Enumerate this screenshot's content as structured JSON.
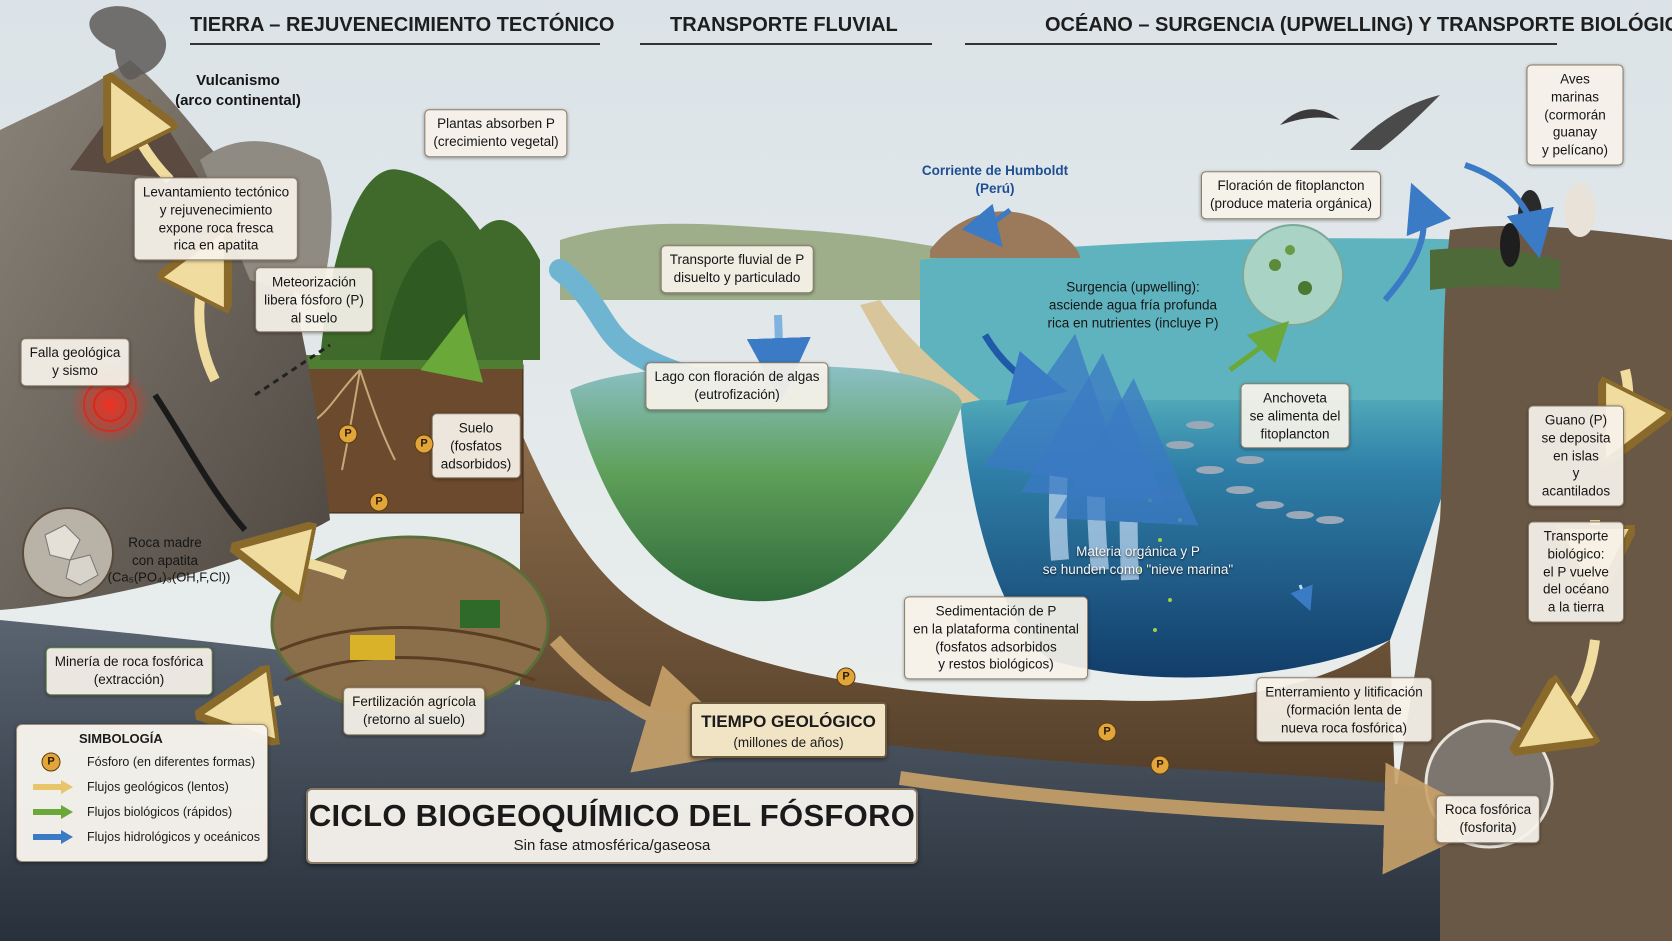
{
  "headers": {
    "land": "TIERRA – REJUVENECIMIENTO TECTÓNICO",
    "river": "TRANSPORTE FLUVIAL",
    "ocean": "OCÉANO – SURGENCIA (UPWELLING) Y TRANSPORTE BIOLÓGICO (PERÚ)"
  },
  "labels": {
    "volcanism": "Vulcanismo\n(arco continental)",
    "uplift": "Levantamiento tectónico\ny rejuvenecimiento\nexpone roca fresca\nrica en apatita",
    "weathering": "Meteorización\nlibera fósforo (P)\nal suelo",
    "fault": "Falla geológica\ny sismo",
    "parent_rock": "Roca madre\ncon apatita",
    "formula_text": "(Ca₅(PO₄)₃(OH,F,Cl))",
    "mining": "Minería de roca fosfórica\n(extracción)",
    "fertilization": "Fertilización agrícola\n(retorno al suelo)",
    "plants": "Plantas absorben P\n(crecimiento vegetal)",
    "soil": "Suelo\n(fosfatos\nadsorbidos)",
    "river_transport": "Transporte fluvial de P\ndisuelto y particulado",
    "lake": "Lago con floración de algas\n(eutrofización)",
    "humboldt": "Corriente de Humboldt\n(Perú)",
    "phytoplankton": "Floración de fitoplancton\n(produce materia orgánica)",
    "upwelling": "Surgencia (upwelling):\nasciende agua fría profunda\nrica en nutrientes (incluye P)",
    "seabirds": "Aves marinas\n(cormorán guanay\ny pelícano)",
    "anchoveta": "Anchoveta\nse alimenta del\nfitoplancton",
    "marine_snow": "Materia orgánica y P\nse hunden como \"nieve marina\"",
    "guano": "Guano (P)\nse deposita en islas\ny acantilados",
    "bio_transport": "Transporte biológico:\nel P vuelve del océano\na la tierra",
    "sedimentation": "Sedimentación de P\nen la plataforma continental\n(fosfatos adsorbidos\ny restos biológicos)",
    "burial": "Enterramiento y litificación\n(formación lenta de\nnueva roca fosfórica)",
    "phosphorite": "Roca fosfórica\n(fosforita)"
  },
  "geologic_time": {
    "title": "TIEMPO GEOLÓGICO",
    "subtitle": "(millones de años)"
  },
  "title": {
    "main": "CICLO BIOGEOQUÍMICO DEL FÓSFORO",
    "sub": "Sin fase atmosférica/gaseosa"
  },
  "legend": {
    "title": "SIMBOLOGÍA",
    "p_symbol": "P",
    "items": [
      {
        "label": "Fósforo (en diferentes formas)"
      },
      {
        "label": "Flujos geológicos (lentos)",
        "color": "#e8c46a"
      },
      {
        "label": "Flujos biológicos (rápidos)",
        "color": "#6aa83a"
      },
      {
        "label": "Flujos hidrológicos y oceánicos",
        "color": "#3b7ac4"
      }
    ]
  }
}
